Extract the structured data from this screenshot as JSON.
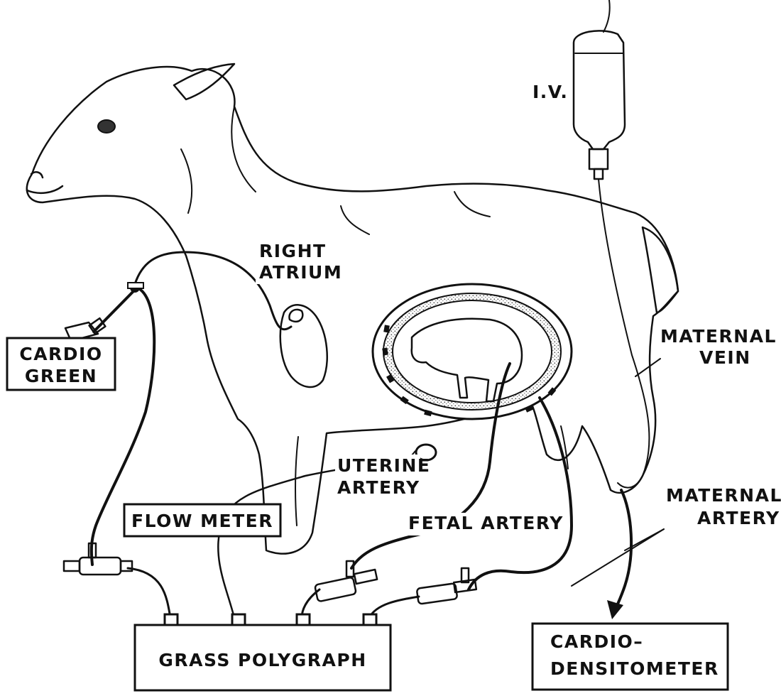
{
  "labels": {
    "iv": "I.V.",
    "right_atrium_line1": "RIGHT",
    "right_atrium_line2": "ATRIUM",
    "cardio_green_line1": "CARDIO",
    "cardio_green_line2": "GREEN",
    "maternal_vein_line1": "MATERNAL",
    "maternal_vein_line2": "VEIN",
    "uterine_artery_line1": "UTERINE",
    "uterine_artery_line2": "ARTERY",
    "flow_meter": "FLOW METER",
    "fetal_artery": "FETAL ARTERY",
    "maternal_artery_line1": "MATERNAL",
    "maternal_artery_line2": "ARTERY",
    "grass_polygraph": "GRASS POLYGRAPH",
    "cardiodensitometer_line1": "CARDIO–",
    "cardiodensitometer_line2": "DENSITOMETER"
  },
  "colors": {
    "ink": "#111111",
    "stipple": "#c9c9c9",
    "paper": "#ffffff"
  }
}
